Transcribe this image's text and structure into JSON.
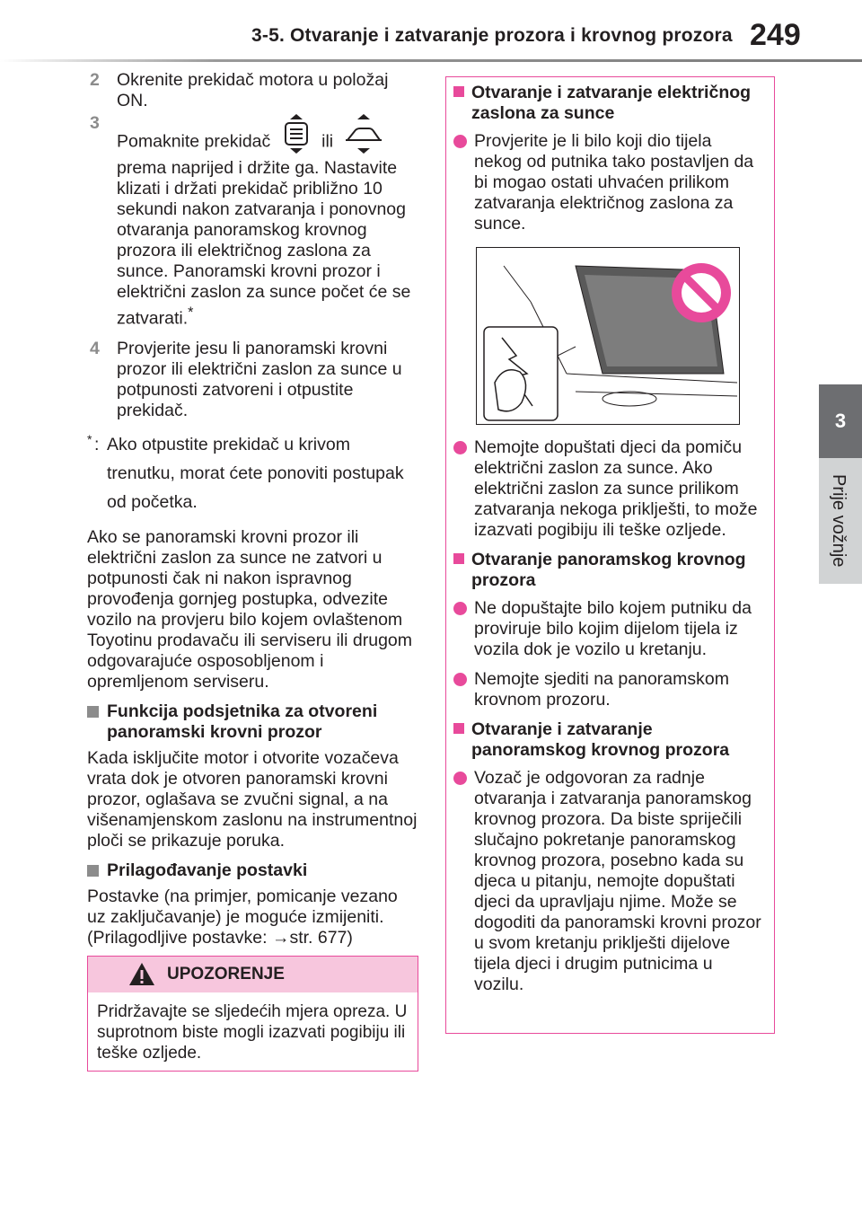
{
  "header": {
    "title": "3-5. Otvaranje i zatvaranje prozora i krovnog prozora",
    "page_number": "249"
  },
  "side": {
    "chapter": "3",
    "label": "Prije vožnje"
  },
  "left": {
    "step2": {
      "num": "2",
      "text": "Okrenite prekidač motora u položaj ON."
    },
    "step3": {
      "num": "3",
      "lead": "Pomaknite prekidač",
      "ili": "ili",
      "text": "prema naprijed i držite ga. Nastavite klizati i držati prekidač približno 10 sekundi nakon zatvaranja i ponovnog otvaranja panoramskog krovnog prozora ili električnog zaslona za sunce. Panoramski krovni prozor i električni zaslon za sunce počet će se zatvarati.",
      "ast": "*"
    },
    "step4": {
      "num": "4",
      "text": "Provjerite jesu li panoramski krovni prozor ili električni zaslon za sunce u potpunosti zatvoreni i otpustite prekidač."
    },
    "note": {
      "ast": "*",
      "colon": ":",
      "text": "Ako otpustite prekidač u krivom trenutku, morat ćete ponoviti postupak od početka."
    },
    "para1": "Ako se panoramski krovni prozor ili električni zaslon za sunce ne zatvori u potpunosti čak ni nakon ispravnog provođenja gornjeg postupka, odvezite vozilo na provjeru bilo kojem ovlaštenom Toyotinu prodavaču ili serviseru ili drugom odgovarajuće osposobljenom i opremljenom serviseru.",
    "head1": "Funkcija podsjetnika za otvoreni panoramski krovni prozor",
    "para2": "Kada isključite motor i otvorite vozačeva vrata dok je otvoren panoramski krovni prozor, oglašava se zvučni signal, a na višenamjenskom zaslonu na instrumentnoj ploči se prikazuje poruka.",
    "head2": "Prilagođavanje postavki",
    "para3_a": "Postavke (na primjer, pomicanje vezano uz zaključavanje) je moguće izmijeniti. (Prilagodljive postavke:",
    "para3_ref": "str. 677)"
  },
  "warning": {
    "title": "UPOZORENJE",
    "body": "Pridržavajte se sljedećih mjera opreza. U suprotnom biste mogli izazvati pogibiju ili teške ozljede."
  },
  "right": {
    "head1": "Otvaranje i zatvaranje električnog zaslona za sunce",
    "b1": "Provjerite je li bilo koji dio tijela nekog od putnika tako postavljen da bi mogao ostati uhvaćen prilikom zatvaranja električnog zaslona za sunce.",
    "b2": "Nemojte dopuštati djeci da pomiču električni zaslon za sunce. Ako električni zaslon za sunce prilikom zatvaranja nekoga priklješti, to može izazvati pogibiju ili teške ozljede.",
    "head2": "Otvaranje panoramskog krovnog prozora",
    "b3": "Ne dopuštajte bilo kojem putniku da proviruje bilo kojim dijelom tijela iz vozila dok je vozilo u kretanju.",
    "b4": "Nemojte sjediti na panoramskom krovnom prozoru.",
    "head3": "Otvaranje i zatvaranje panoramskog krovnog prozora",
    "b5": "Vozač je odgovoran za radnje otvaranja i zatvaranja panoramskog krovnog prozora. Da biste spriječili slučajno pokretanje panoramskog krovnog prozora, posebno kada su djeca u pitanju, nemojte dopuštati djeci da upravljaju njime. Može se dogoditi da panoramski krovni prozor u svom kretanju priklješti dijelove tijela djeci i drugim putnicima u vozilu."
  },
  "colors": {
    "accent": "#e84a9b",
    "warn_fill": "#f7c6dd",
    "tab": "#6d6e71",
    "tab_light": "#d1d3d4"
  }
}
